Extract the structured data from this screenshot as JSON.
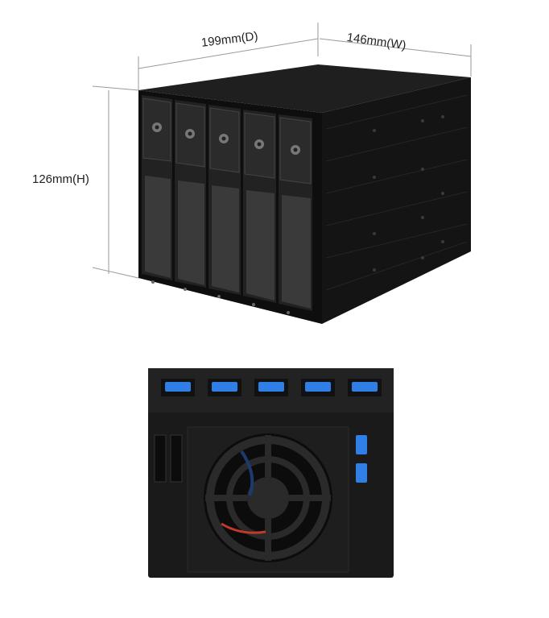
{
  "dimensions": {
    "depth": "199mm(D)",
    "width": "146mm(W)",
    "height": "126mm(H)"
  },
  "product": {
    "bays": 5,
    "colors": {
      "chassis": "#1a1a1a",
      "chassis_side": "#111111",
      "sata_blue": "#2f7fe6",
      "dimension_line": "#9a9a9a"
    }
  }
}
